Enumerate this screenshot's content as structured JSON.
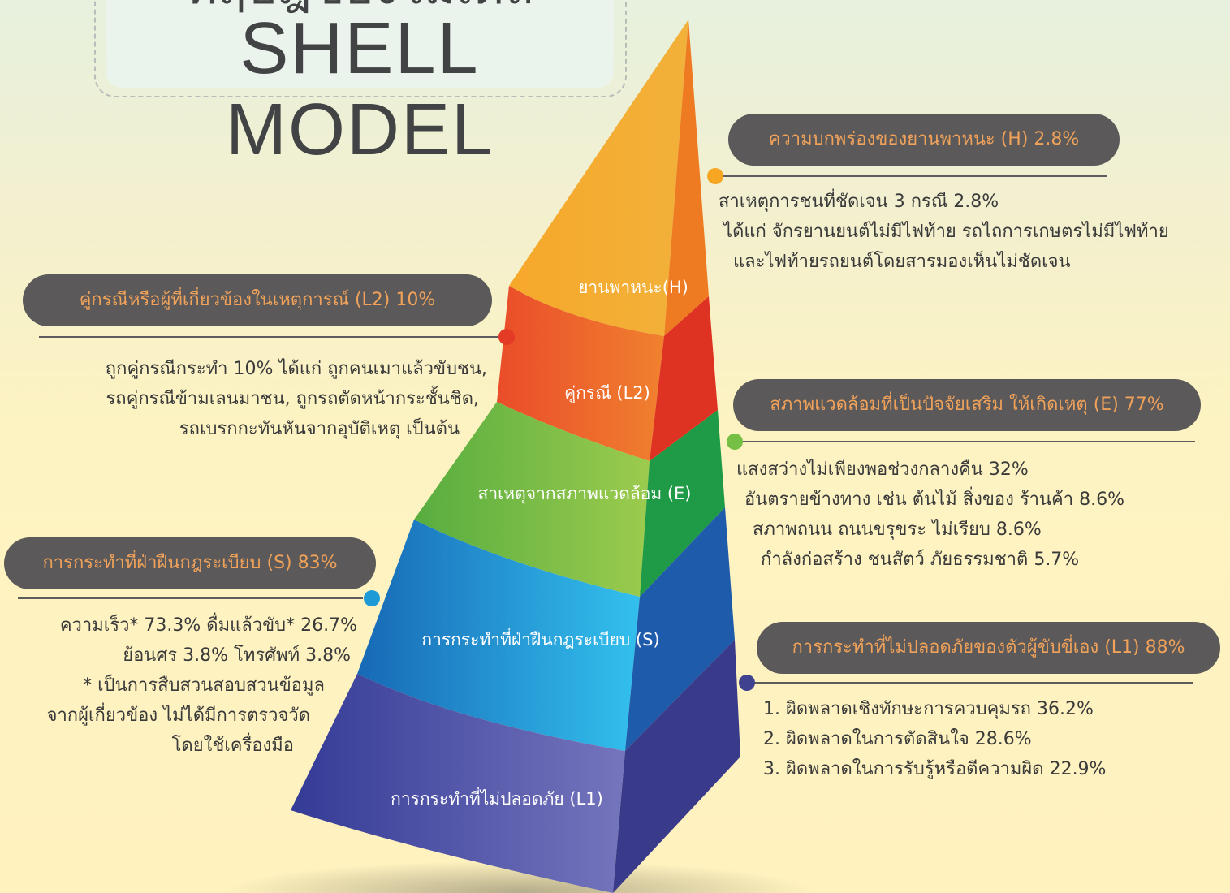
{
  "title": {
    "top_line": "ทฤษฎีของโมเดล",
    "main": "SHELL MODEL"
  },
  "pyramid": {
    "layers": [
      {
        "label": "ยานพาหนะ(H)",
        "color": "#f1a42b"
      },
      {
        "label": "คู่กรณี (L2)",
        "color": "#ec5a2c"
      },
      {
        "label": "สาเหตุจากสภาพแวดล้อม (E)",
        "color": "#7bbf45"
      },
      {
        "label": "การกระทำที่ฝ่าฝืนกฎระเบียบ (S)",
        "color": "#2a9ad8"
      },
      {
        "label": "การกระทำที่ไม่ปลอดภัย (L1)",
        "color": "#5a5eaa"
      }
    ]
  },
  "callouts": {
    "h": {
      "title": "ความบกพร่องของยานพาหนะ (H) 2.8%",
      "dot_color": "#f6a623",
      "lines": [
        "สาเหตุการชนที่ชัดเจน 3 กรณี 2.8%",
        "ได้แก่ จักรยานยนต์ไม่มีไฟท้าย  รถไถการเกษตรไม่มีไฟท้าย",
        "และไฟท้ายรถยนต์โดยสารมองเห็นไม่ชัดเจน"
      ]
    },
    "l2": {
      "title": "คู่กรณีหรือผู้ที่เกี่ยวข้องในเหตุการณ์ (L2) 10%",
      "dot_color": "#e33b25",
      "lines": [
        "ถูกคู่กรณีกระทำ 10% ได้แก่ ถูกคนเมาแล้วขับชน,",
        "รถคู่กรณีข้ามเลนมาชน, ถูกรถตัดหน้ากระชั้นชิด,",
        "รถเบรกกะทันหันจากอุบัติเหตุ เป็นต้น"
      ]
    },
    "e": {
      "title": "สภาพแวดล้อมที่เป็นปัจจัยเสริม ให้เกิดเหตุ (E) 77%",
      "dot_color": "#74bf44",
      "lines": [
        "แสงสว่างไม่เพียงพอช่วงกลางคืน 32%",
        "อันตรายข้างทาง เช่น ต้นไม้ สิ่งของ ร้านค้า 8.6%",
        "สภาพถนน ถนนขรุขระ ไม่เรียบ 8.6%",
        "กำลังก่อสร้าง ชนสัตว์ ภัยธรรมชาติ 5.7%"
      ]
    },
    "s": {
      "title": "การกระทำที่ฝ่าฝืนกฎระเบียบ (S) 83%",
      "dot_color": "#1e9ad6",
      "lines": [
        "ความเร็ว* 73.3% ดื่มแล้วขับ* 26.7%",
        "ย้อนศร 3.8% โทรศัพท์ 3.8%",
        "* เป็นการสืบสวนสอบสวนข้อมูล",
        "จากผู้เกี่ยวข้อง ไม่ได้มีการตรวจวัด",
        "โดยใช้เครื่องมือ"
      ]
    },
    "l1": {
      "title": "การกระทำที่ไม่ปลอดภัยของตัวผู้ขับขี่เอง (L1) 88%",
      "dot_color": "#3f438f",
      "lines": [
        "1. ผิดพลาดเชิงทักษะการควบคุมรถ 36.2%",
        "2. ผิดพลาดในการตัดสินใจ 28.6%",
        "3. ผิดพลาดในการรับรู้หรือตีความผิด 22.9%"
      ]
    }
  }
}
